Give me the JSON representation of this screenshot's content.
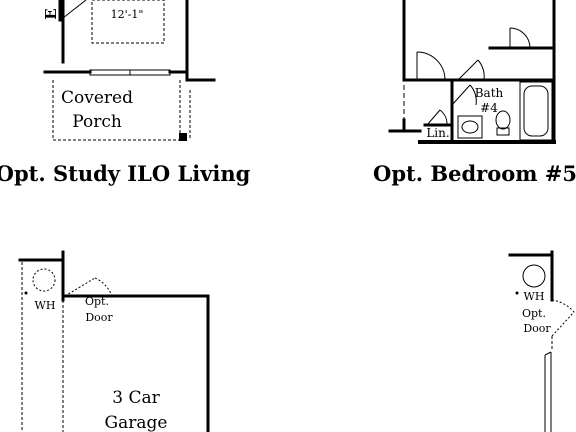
{
  "labels": {
    "room_tag_partial": "E",
    "dimension": "12'-1\"",
    "dimension_partial": "' '\"",
    "covered_porch_line1": "Covered",
    "covered_porch_line2": "Porch",
    "bath_line1": "Bath",
    "bath_line2": "#4",
    "linen": "Lin.",
    "wh_left": "WH",
    "opt_door_left_line1": "Opt.",
    "opt_door_left_line2": "Door",
    "garage_line1": "3 Car",
    "garage_line2": "Garage",
    "wh_right": "WH",
    "opt_door_right_line1": "Opt.",
    "opt_door_right_line2": "Door"
  },
  "captions": {
    "study": "Opt. Study ILO Living",
    "bedroom": "Opt. Bedroom #5"
  }
}
